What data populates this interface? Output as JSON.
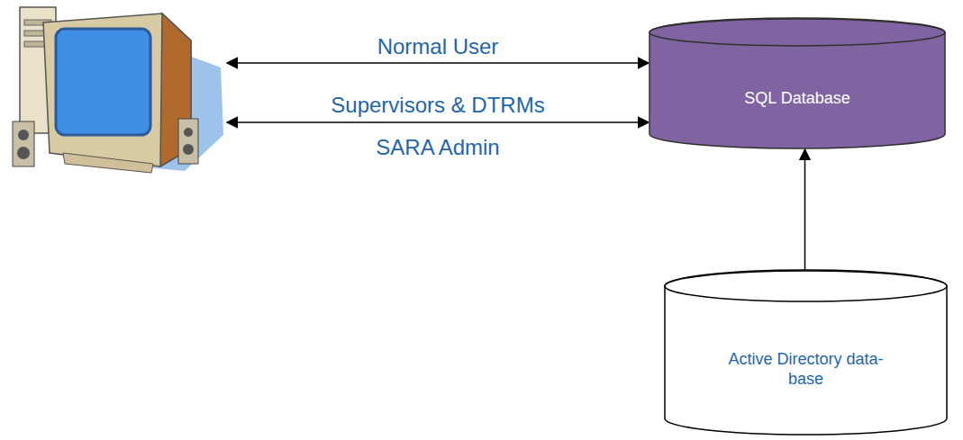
{
  "diagram": {
    "nodes": [
      {
        "text": [
          "SQL Database"
        ]
      },
      {
        "text": [
          "Active Directory data-base"
        ]
      }
    ],
    "edges": [
      {
        "from": 1,
        "to": 0,
        "arrow": "to"
      }
    ],
    "labels": [
      "Normal User",
      "Supervisors & DTRMs",
      "SARA Admin"
    ]
  }
}
